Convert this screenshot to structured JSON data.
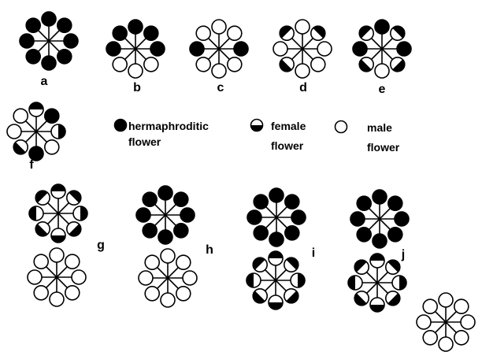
{
  "colors": {
    "ink": "#000000",
    "paper": "#ffffff"
  },
  "umbel_labels": [
    "a",
    "b",
    "c",
    "d",
    "e",
    "f",
    "g",
    "h",
    "i",
    "j"
  ],
  "legend": {
    "hermaphroditic": "hermaphroditic flower",
    "female": "female flower",
    "male": "male flower"
  },
  "flower_types": {
    "H": "hermaphroditic",
    "F": "female",
    "M": "male",
    "notes": "each umbel lists its 8 flowers clockwise from the top"
  },
  "umbels": [
    {
      "id": "a",
      "flowers": [
        "H",
        "H",
        "H",
        "H",
        "H",
        "H",
        "H",
        "H"
      ]
    },
    {
      "id": "b",
      "flowers": [
        "H",
        "H",
        "H",
        "M",
        "M",
        "M",
        "H",
        "H"
      ]
    },
    {
      "id": "c",
      "flowers": [
        "M",
        "M",
        "H",
        "M",
        "M",
        "M",
        "H",
        "M"
      ]
    },
    {
      "id": "d",
      "flowers": [
        "M",
        "F",
        "M",
        "M",
        "M",
        "F",
        "M",
        "F"
      ]
    },
    {
      "id": "e",
      "flowers": [
        "H",
        "F",
        "H",
        "F",
        "M",
        "F",
        "H",
        "F"
      ]
    },
    {
      "id": "f",
      "flowers": [
        "F",
        "H",
        "F",
        "M",
        "H",
        "F",
        "M",
        "M"
      ]
    },
    {
      "id": "g1",
      "flowers": [
        "F",
        "F",
        "F",
        "F",
        "F",
        "F",
        "F",
        "F"
      ]
    },
    {
      "id": "g2",
      "flowers": [
        "M",
        "M",
        "M",
        "M",
        "M",
        "M",
        "M",
        "M"
      ]
    },
    {
      "id": "h1",
      "flowers": [
        "H",
        "H",
        "H",
        "H",
        "H",
        "H",
        "H",
        "H"
      ]
    },
    {
      "id": "h2",
      "flowers": [
        "M",
        "M",
        "M",
        "M",
        "M",
        "M",
        "M",
        "M"
      ]
    },
    {
      "id": "i1",
      "flowers": [
        "H",
        "H",
        "H",
        "H",
        "H",
        "H",
        "H",
        "H"
      ]
    },
    {
      "id": "i2",
      "flowers": [
        "F",
        "F",
        "F",
        "F",
        "F",
        "F",
        "F",
        "F"
      ]
    },
    {
      "id": "j1",
      "flowers": [
        "H",
        "H",
        "H",
        "H",
        "H",
        "H",
        "H",
        "H"
      ]
    },
    {
      "id": "j2",
      "flowers": [
        "F",
        "F",
        "F",
        "F",
        "F",
        "F",
        "F",
        "F"
      ]
    },
    {
      "id": "j3",
      "flowers": [
        "M",
        "M",
        "M",
        "M",
        "M",
        "M",
        "M",
        "M"
      ]
    }
  ]
}
